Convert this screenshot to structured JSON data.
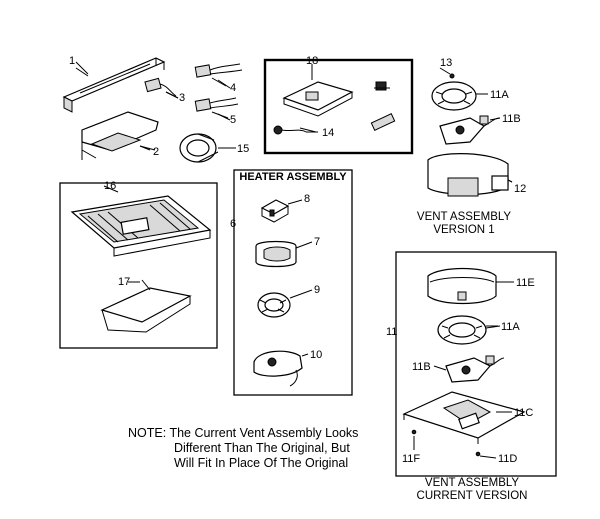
{
  "parts": {
    "p1": "1",
    "p2": "2",
    "p3": "3",
    "p4": "4",
    "p5": "5",
    "p6": "6",
    "p7": "7",
    "p8": "8",
    "p9": "9",
    "p10": "10",
    "p11": "11",
    "p11a_v1": "11A",
    "p11b_v1": "11B",
    "p12": "12",
    "p13": "13",
    "p14": "14",
    "p15": "15",
    "p16": "16",
    "p17": "17",
    "p18": "18",
    "p11e": "11E",
    "p11a_cur": "11A",
    "p11b_cur": "11B",
    "p11c": "11C",
    "p11f": "11F",
    "p11d": "11D"
  },
  "heater_assembly_title": "HEATER ASSEMBLY",
  "vent_v1": {
    "line1": "VENT ASSEMBLY",
    "line2": "VERSION 1"
  },
  "vent_current": {
    "line1": "VENT ASSEMBLY",
    "line2": "CURRENT VERSION"
  },
  "note": {
    "line1": "NOTE: The Current Vent Assembly Looks",
    "line2": "Different Than The Original, But",
    "line3": "Will Fit In Place Of The Original"
  }
}
